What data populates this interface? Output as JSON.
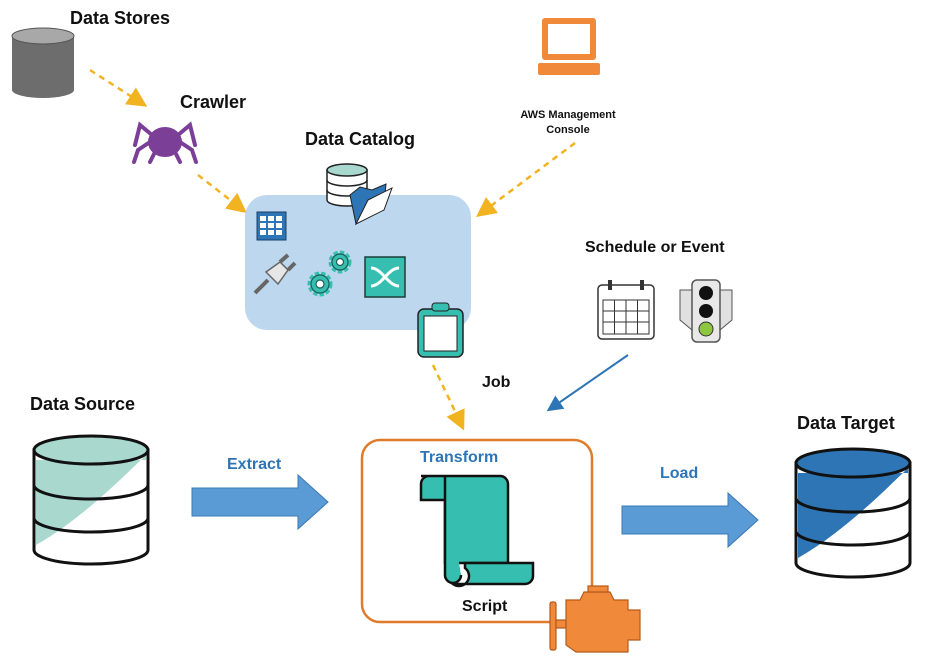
{
  "labels": {
    "data_stores": "Data Stores",
    "crawler": "Crawler",
    "data_catalog": "Data Catalog",
    "console_line1": "AWS Management",
    "console_line2": "Console",
    "schedule": "Schedule or Event",
    "job": "Job",
    "data_source": "Data Source",
    "extract": "Extract",
    "transform": "Transform",
    "script": "Script",
    "load": "Load",
    "data_target": "Data Target"
  },
  "colors": {
    "dashed_arrow": "#f2b320",
    "block_arrow": "#5b9bd5",
    "catalog_bg": "#bdd7ee",
    "transform_border": "#e07b2a",
    "teal": "#36bfb0",
    "orange": "#f08a3a",
    "purple": "#7b3f98",
    "label_blue": "#2e75b6"
  },
  "icons": [
    "database-icon",
    "spider-icon",
    "laptop-icon",
    "table-icon",
    "plug-icon",
    "gears-icon",
    "shuffle-icon",
    "folder-icon",
    "clipboard-icon",
    "calendar-icon",
    "traffic-light-icon",
    "script-icon",
    "engine-icon"
  ]
}
